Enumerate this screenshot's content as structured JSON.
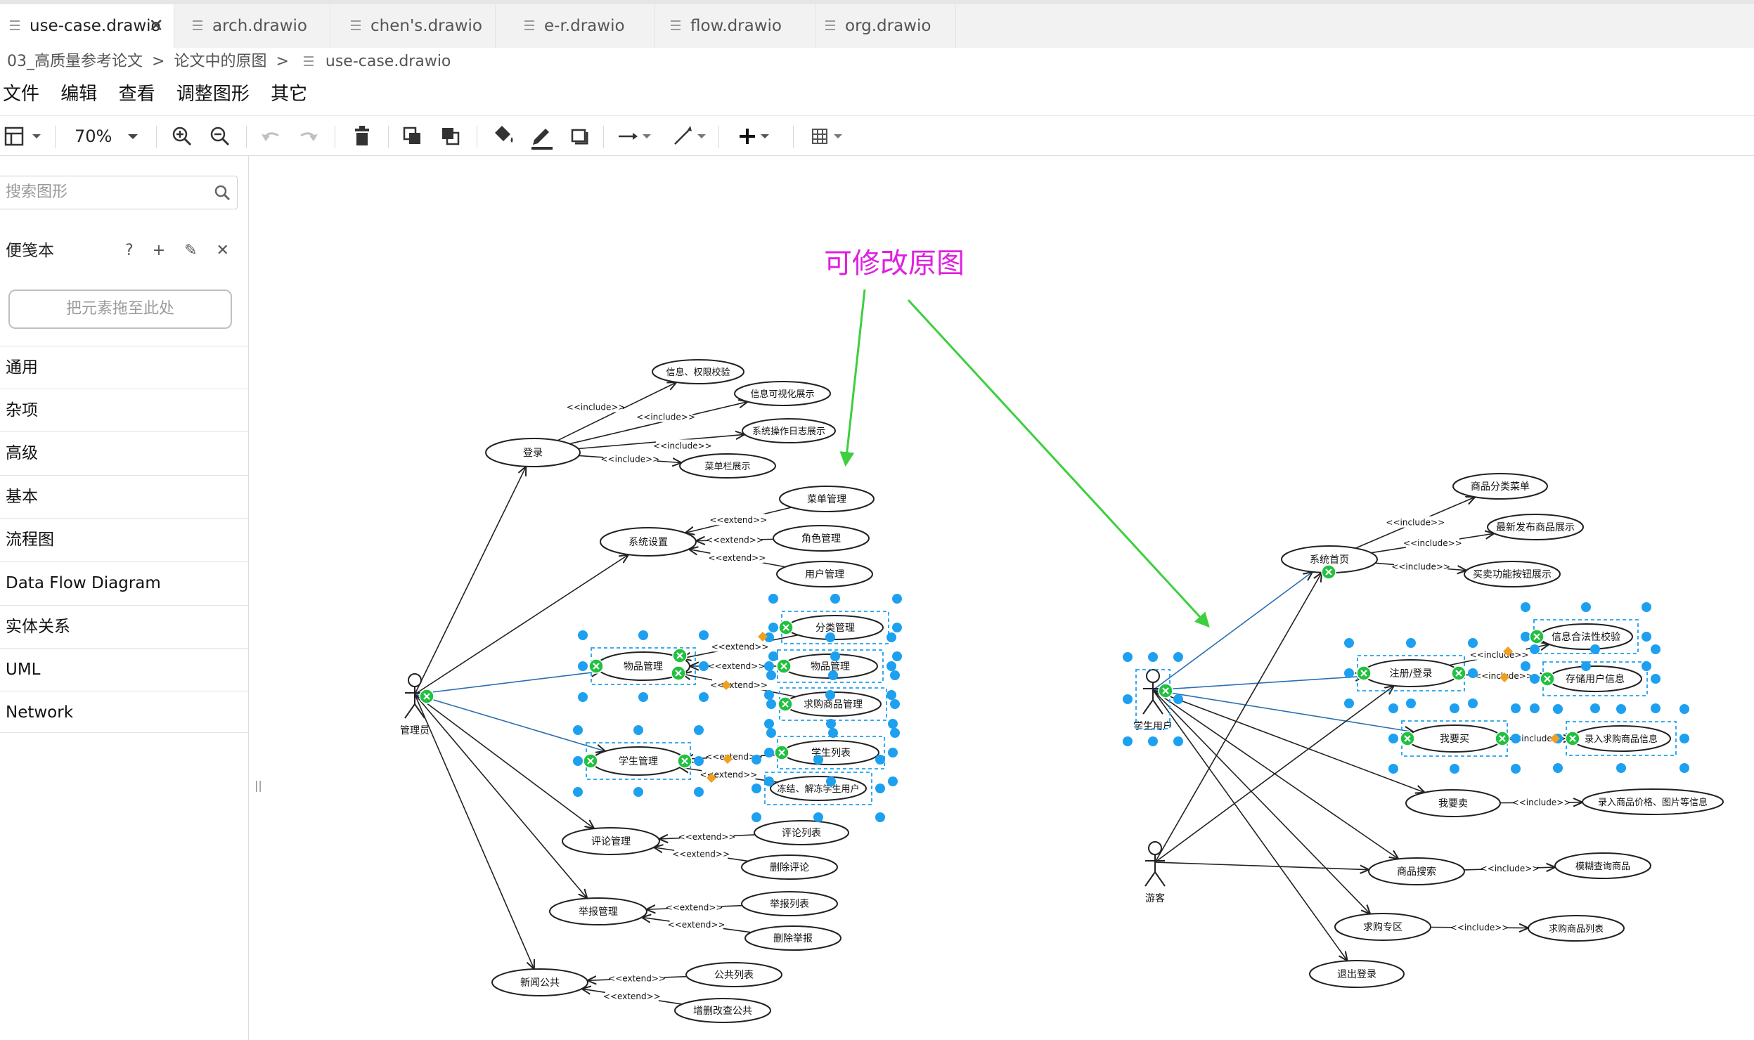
{
  "tabs": [
    {
      "label": "use-case.drawio",
      "active": true
    },
    {
      "label": "arch.drawio"
    },
    {
      "label": "chen's.drawio"
    },
    {
      "label": "e-r.drawio"
    },
    {
      "label": "flow.drawio"
    },
    {
      "label": "org.drawio"
    }
  ],
  "breadcrumb": {
    "folder1": "03_高质量参考论文",
    "sep": ">",
    "folder2": "论文中的原图",
    "file": "use-case.drawio"
  },
  "menu": {
    "file": "文件",
    "edit": "编辑",
    "view": "查看",
    "arrange": "调整图形",
    "extras": "其它"
  },
  "toolbar": {
    "zoom": "70%"
  },
  "sidebar": {
    "search_placeholder": "搜索图形",
    "scratchpad_title": "便笺本",
    "scratchpad_actions": "? + ✎ ✕",
    "drop_hint": "把元素拖至此处",
    "libraries": [
      "通用",
      "杂项",
      "高级",
      "基本",
      "流程图",
      "Data Flow Diagram",
      "实体关系",
      "UML",
      "Network"
    ]
  },
  "canvas": {
    "annotation": "可修改原图",
    "annotation_color": "#e020e0",
    "arrow_color": "#3ecf3e",
    "selection_color": "#1ea0f0",
    "handle_color": "#22c040",
    "diamond_color": "#f0a020",
    "left": {
      "actor": "管理员",
      "login": "登录",
      "login_subs": [
        "信息、权限校验",
        "信息可视化展示",
        "系统操作日志展示",
        "菜单栏展示"
      ],
      "include": "<<include>>",
      "extend": "<<extend>>",
      "settings": "系统设置",
      "settings_subs": [
        "菜单管理",
        "角色管理",
        "用户管理"
      ],
      "goods": "物品管理",
      "goods_subs": [
        "分类管理",
        "物品管理",
        "求购商品管理"
      ],
      "students": "学生管理",
      "students_subs": [
        "学生列表",
        "冻结、解冻学生用户"
      ],
      "comments": "评论管理",
      "comments_subs": [
        "评论列表",
        "删除评论"
      ],
      "reports": "举报管理",
      "reports_subs": [
        "举报列表",
        "删除举报"
      ],
      "news": "新闻公共",
      "news_subs": [
        "公共列表",
        "增删改查公共"
      ]
    },
    "right": {
      "actor_student": "学生用户",
      "actor_guest": "游客",
      "home": "系统首页",
      "home_subs": [
        "商品分类菜单",
        "最新发布商品展示",
        "买卖功能按钮展示"
      ],
      "register": "注册/登录",
      "register_subs": [
        "信息合法性校验",
        "存储用户信息"
      ],
      "buy": "我要买",
      "buy_sub": "录入求购商品信息",
      "sell": "我要卖",
      "sell_sub": "录入商品价格、图片等信息",
      "search": "商品搜索",
      "search_sub": "模糊查询商品",
      "zone": "求购专区",
      "zone_sub": "求购商品列表",
      "logout": "退出登录"
    }
  }
}
